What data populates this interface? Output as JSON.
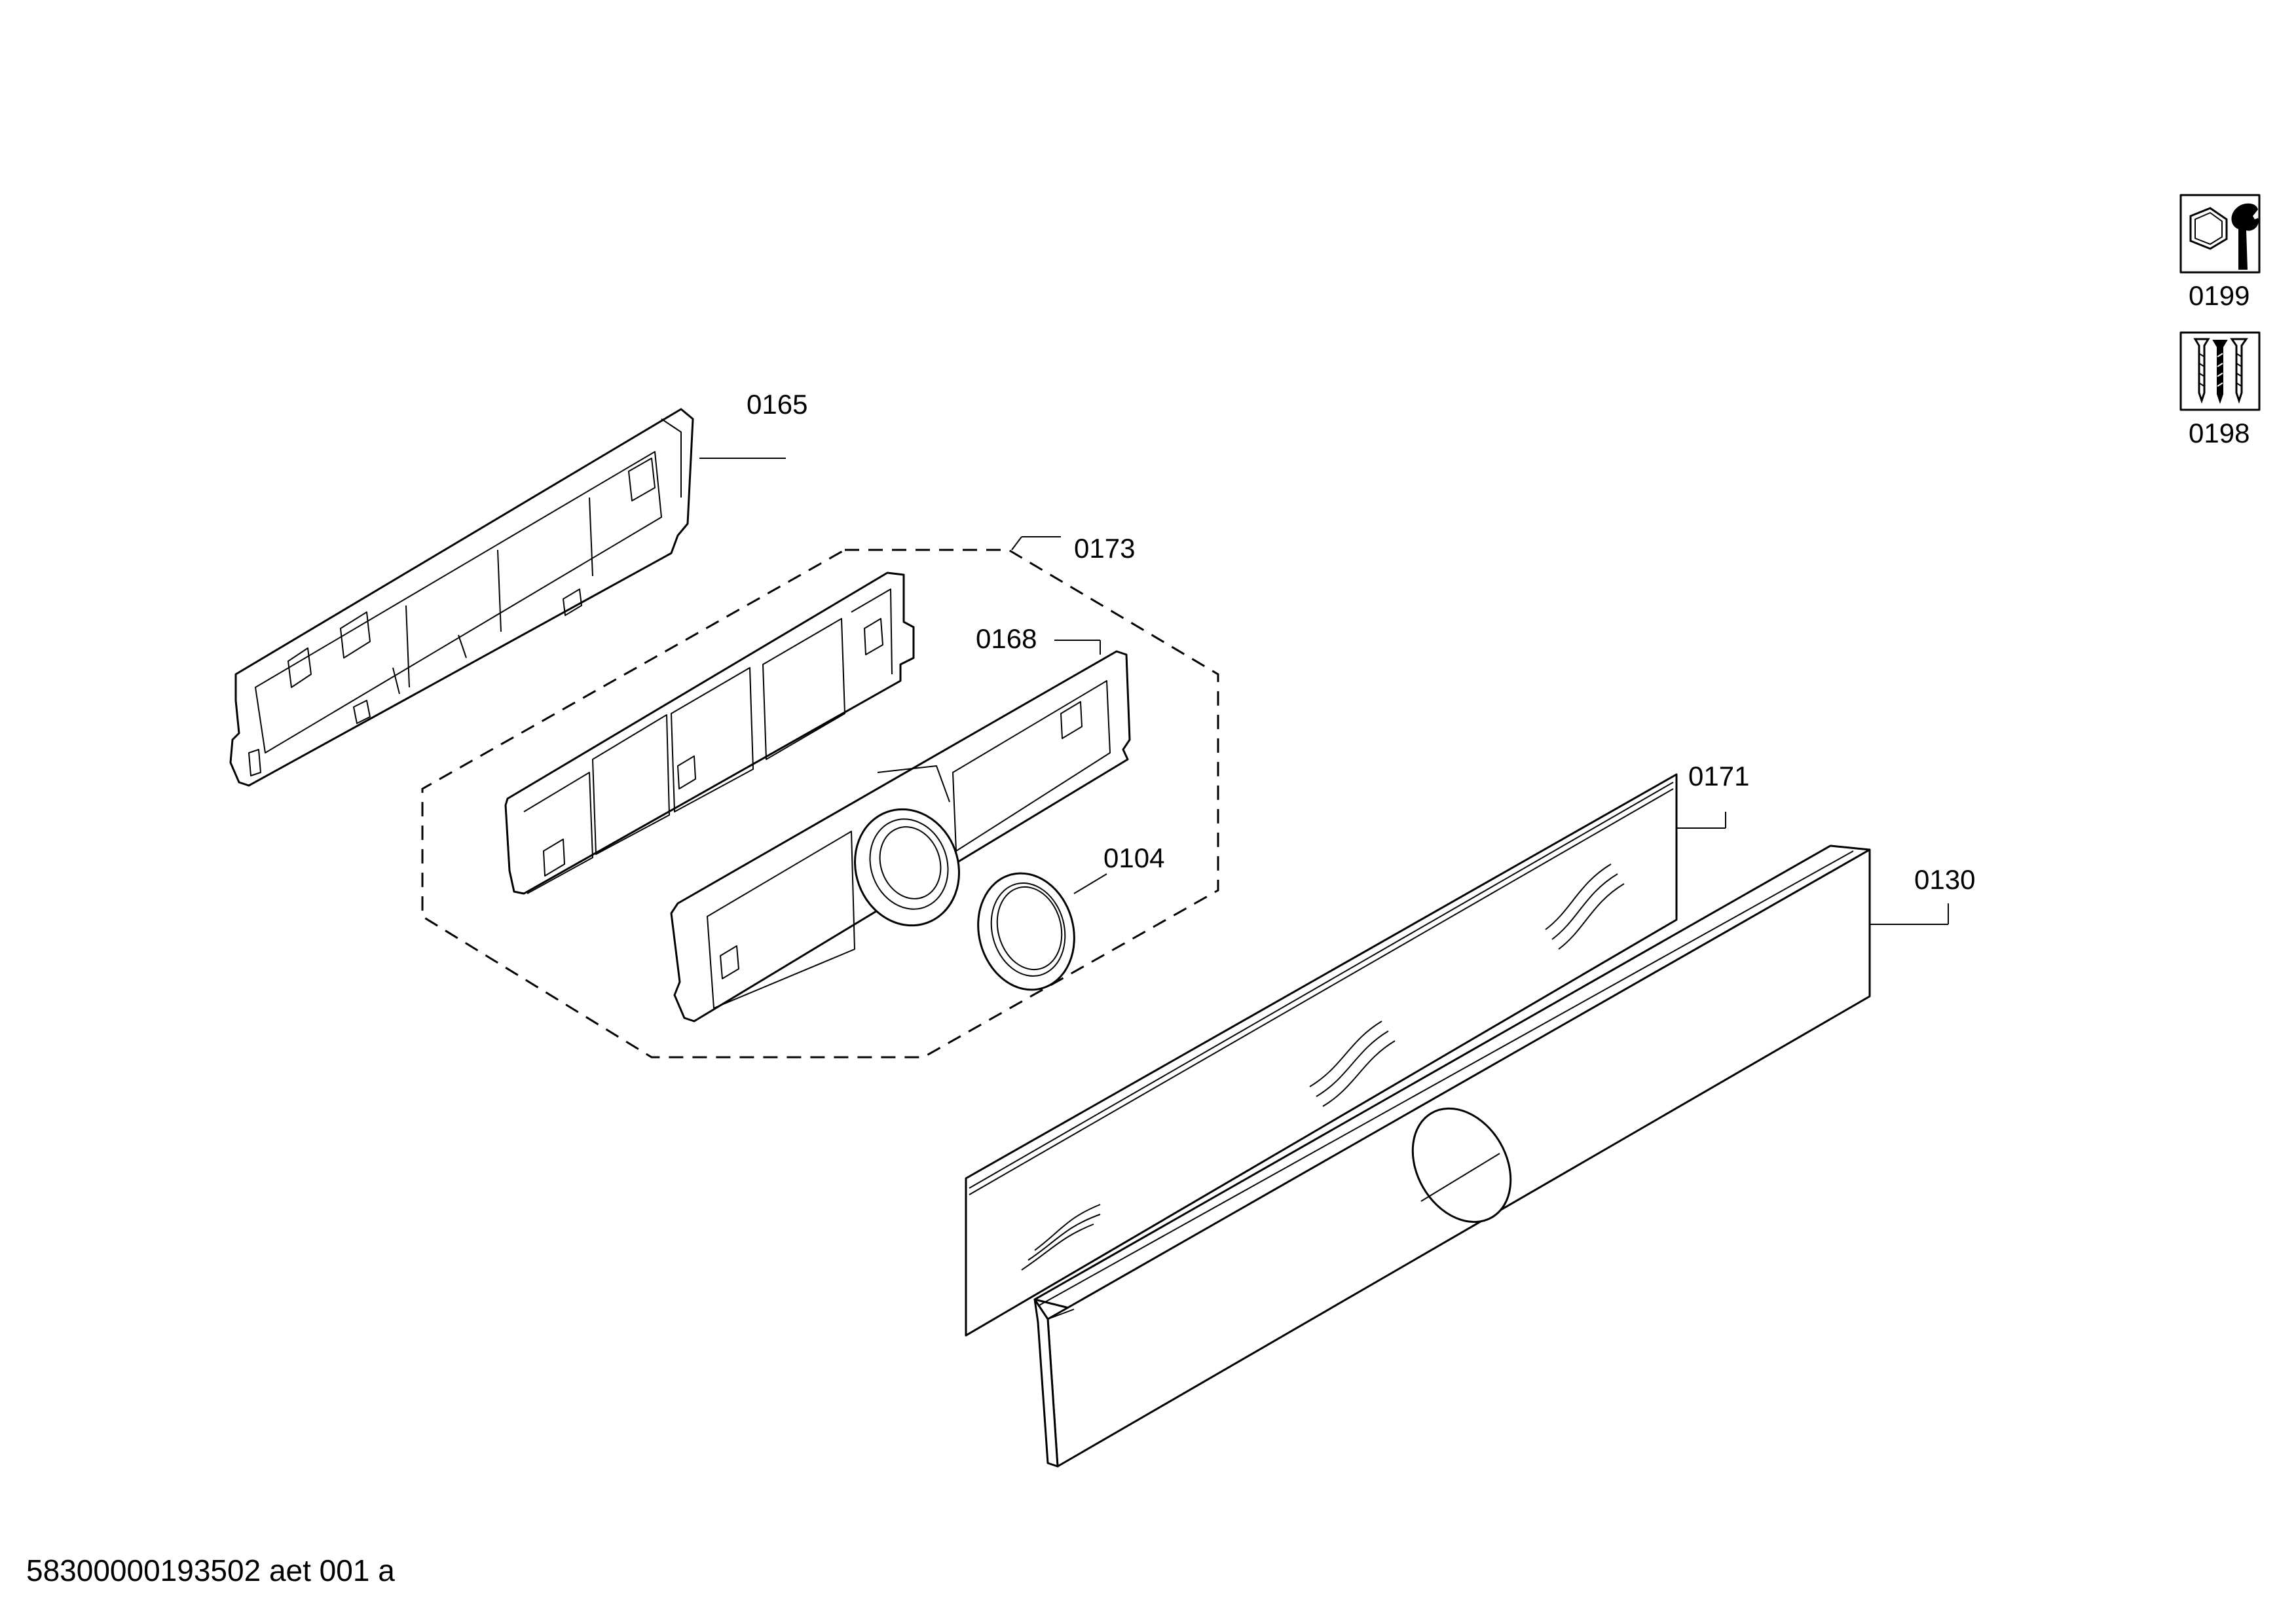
{
  "callouts": {
    "c0165": "0165",
    "c0173": "0173",
    "c0168": "0168",
    "c0104": "0104",
    "c0171": "0171",
    "c0130": "0130",
    "c0199": "0199",
    "c0198": "0198"
  },
  "icons": {
    "tools": "nut-and-wrench-icon",
    "screws": "screws-icon"
  },
  "document_id": "58300000193502 aet 001 a"
}
